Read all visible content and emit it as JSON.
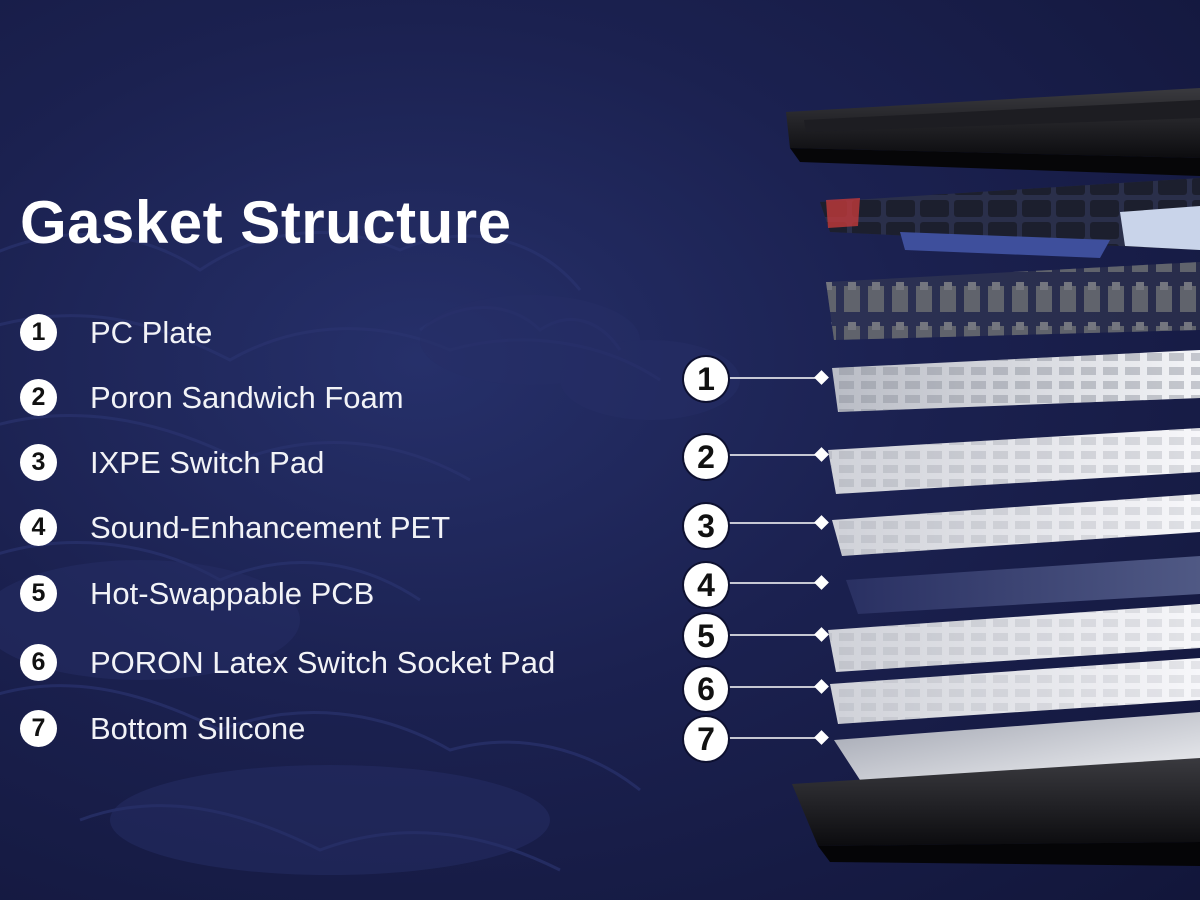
{
  "title": "Gasket Structure",
  "layers": [
    {
      "number": "1",
      "label": "PC Plate"
    },
    {
      "number": "2",
      "label": "Poron Sandwich Foam"
    },
    {
      "number": "3",
      "label": "IXPE Switch Pad"
    },
    {
      "number": "4",
      "label": "Sound-Enhancement PET"
    },
    {
      "number": "5",
      "label": "Hot-Swappable PCB"
    },
    {
      "number": "6",
      "label": "PORON Latex Switch Socket Pad"
    },
    {
      "number": "7",
      "label": "Bottom Silicone"
    }
  ],
  "colors": {
    "background": "#1b2150",
    "text": "#ffffff",
    "keycap_blue": "#3e4f9c"
  }
}
